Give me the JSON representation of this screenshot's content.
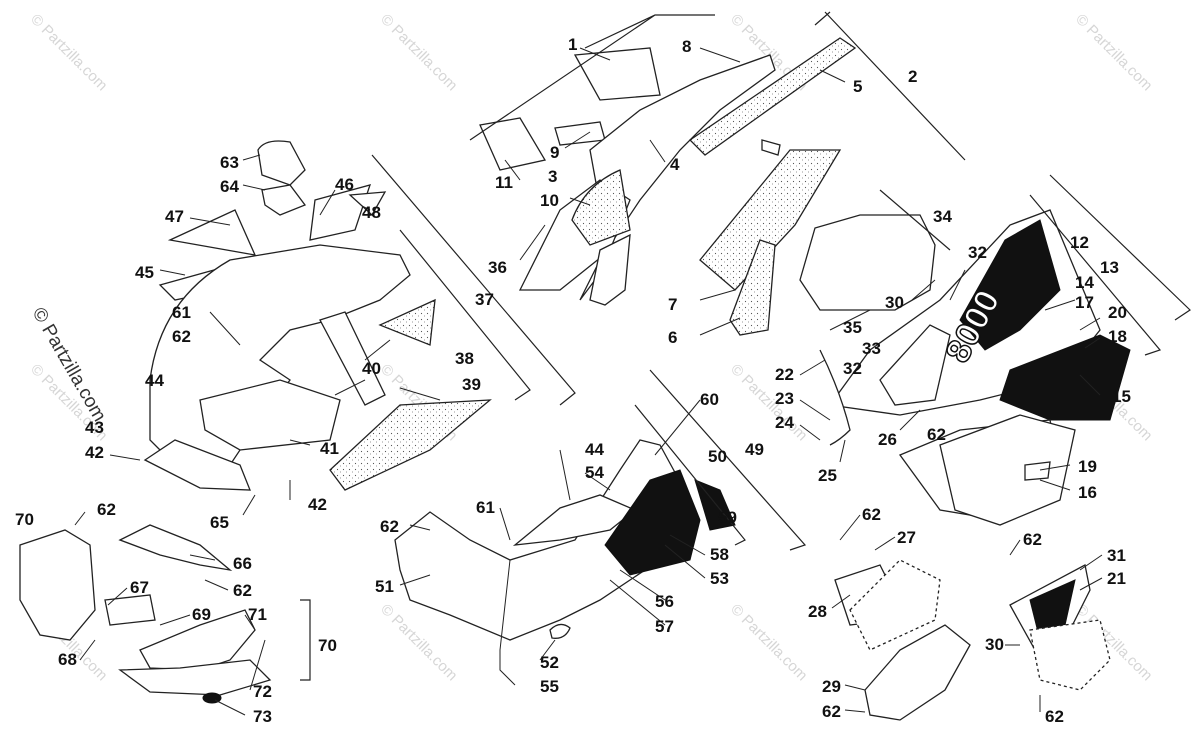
{
  "watermark": {
    "repeat_text": "© Partzilla.com",
    "side_text": "© Partzilla.com"
  },
  "callouts": [
    {
      "id": "c1",
      "text": "1"
    },
    {
      "id": "c8",
      "text": "8"
    },
    {
      "id": "c5",
      "text": "5"
    },
    {
      "id": "c2",
      "text": "2"
    },
    {
      "id": "c9",
      "text": "9"
    },
    {
      "id": "c4",
      "text": "4"
    },
    {
      "id": "c11",
      "text": "11"
    },
    {
      "id": "c3",
      "text": "3"
    },
    {
      "id": "c10",
      "text": "10"
    },
    {
      "id": "c63",
      "text": "63"
    },
    {
      "id": "c64",
      "text": "64"
    },
    {
      "id": "c46",
      "text": "46"
    },
    {
      "id": "c48",
      "text": "48"
    },
    {
      "id": "c47",
      "text": "47"
    },
    {
      "id": "c34",
      "text": "34"
    },
    {
      "id": "c12",
      "text": "12"
    },
    {
      "id": "c45",
      "text": "45"
    },
    {
      "id": "c36",
      "text": "36"
    },
    {
      "id": "c37",
      "text": "37"
    },
    {
      "id": "c7",
      "text": "7"
    },
    {
      "id": "c32a",
      "text": "32"
    },
    {
      "id": "c14",
      "text": "14"
    },
    {
      "id": "c13",
      "text": "13"
    },
    {
      "id": "c30a",
      "text": "30"
    },
    {
      "id": "c17",
      "text": "17"
    },
    {
      "id": "c20",
      "text": "20"
    },
    {
      "id": "c61a",
      "text": "61"
    },
    {
      "id": "c6",
      "text": "6"
    },
    {
      "id": "c35",
      "text": "35"
    },
    {
      "id": "c62a",
      "text": "62"
    },
    {
      "id": "c38",
      "text": "38"
    },
    {
      "id": "c33",
      "text": "33"
    },
    {
      "id": "c18",
      "text": "18"
    },
    {
      "id": "c40",
      "text": "40"
    },
    {
      "id": "c22",
      "text": "22"
    },
    {
      "id": "c32b",
      "text": "32"
    },
    {
      "id": "c44a",
      "text": "44"
    },
    {
      "id": "c39",
      "text": "39"
    },
    {
      "id": "c15",
      "text": "15"
    },
    {
      "id": "c23",
      "text": "23"
    },
    {
      "id": "c60",
      "text": "60"
    },
    {
      "id": "c24",
      "text": "24"
    },
    {
      "id": "c43",
      "text": "43"
    },
    {
      "id": "c62b",
      "text": "62"
    },
    {
      "id": "c26",
      "text": "26"
    },
    {
      "id": "c42a",
      "text": "42"
    },
    {
      "id": "c41",
      "text": "41"
    },
    {
      "id": "c44b",
      "text": "44"
    },
    {
      "id": "c50",
      "text": "50"
    },
    {
      "id": "c49",
      "text": "49"
    },
    {
      "id": "c25",
      "text": "25"
    },
    {
      "id": "c19",
      "text": "19"
    },
    {
      "id": "c54",
      "text": "54"
    },
    {
      "id": "c16",
      "text": "16"
    },
    {
      "id": "c42b",
      "text": "42"
    },
    {
      "id": "c70a",
      "text": "70"
    },
    {
      "id": "c62c",
      "text": "62"
    },
    {
      "id": "c61b",
      "text": "61"
    },
    {
      "id": "c65",
      "text": "65"
    },
    {
      "id": "c59",
      "text": "59"
    },
    {
      "id": "c62d",
      "text": "62"
    },
    {
      "id": "c62e",
      "text": "62"
    },
    {
      "id": "c27",
      "text": "27"
    },
    {
      "id": "c66",
      "text": "66"
    },
    {
      "id": "c62f",
      "text": "62"
    },
    {
      "id": "c58",
      "text": "58"
    },
    {
      "id": "c31",
      "text": "31"
    },
    {
      "id": "c21",
      "text": "21"
    },
    {
      "id": "c51",
      "text": "51"
    },
    {
      "id": "c53",
      "text": "53"
    },
    {
      "id": "c67",
      "text": "67"
    },
    {
      "id": "c62g",
      "text": "62"
    },
    {
      "id": "c56",
      "text": "56"
    },
    {
      "id": "c28",
      "text": "28"
    },
    {
      "id": "c69",
      "text": "69"
    },
    {
      "id": "c71",
      "text": "71"
    },
    {
      "id": "c57",
      "text": "57"
    },
    {
      "id": "c30b",
      "text": "30"
    },
    {
      "id": "c70b",
      "text": "70"
    },
    {
      "id": "c68",
      "text": "68"
    },
    {
      "id": "c52",
      "text": "52"
    },
    {
      "id": "c29",
      "text": "29"
    },
    {
      "id": "c55",
      "text": "55"
    },
    {
      "id": "c72",
      "text": "72"
    },
    {
      "id": "c62h",
      "text": "62"
    },
    {
      "id": "c62i",
      "text": "62"
    },
    {
      "id": "c73",
      "text": "73"
    }
  ],
  "decal": {
    "text": "8000"
  }
}
